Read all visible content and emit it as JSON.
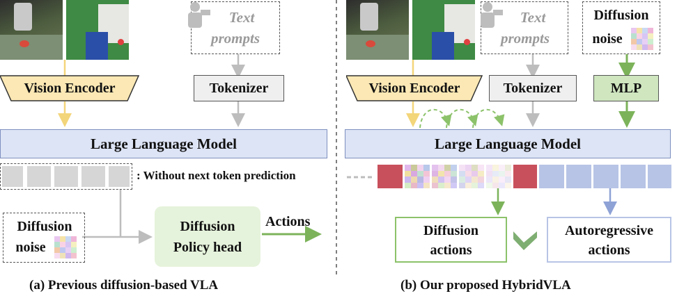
{
  "left": {
    "vision_encoder": "Vision Encoder",
    "text_prompts_line1": "Text",
    "text_prompts_line2": "prompts",
    "tokenizer": "Tokenizer",
    "llm": "Large Language Model",
    "without_next_token": ": Without next token prediction",
    "diffusion_noise_line1": "Diffusion",
    "diffusion_noise_line2": "noise",
    "policy_head_line1": "Diffusion",
    "policy_head_line2": "Policy head",
    "actions": "Actions",
    "caption": "(a) Previous diffusion-based VLA"
  },
  "right": {
    "vision_encoder": "Vision Encoder",
    "text_prompts_line1": "Text",
    "text_prompts_line2": "prompts",
    "tokenizer": "Tokenizer",
    "diffusion_noise_line1": "Diffusion",
    "diffusion_noise_line2": "noise",
    "mlp": "MLP",
    "llm": "Large Language Model",
    "diffusion_actions_line1": "Diffusion",
    "diffusion_actions_line2": "actions",
    "autoregressive_actions_line1": "Autoregressive",
    "autoregressive_actions_line2": "actions",
    "caption": "(b) Our proposed HybridVLA"
  },
  "colors": {
    "llm_fill": "#dde4f5",
    "llm_border": "#7e8fbf",
    "encoder_fill": "#fbe8b4",
    "mlp_fill": "#cfe6bf",
    "policy_head_fill": "#e6f3dc",
    "token_gray": "#d6d6d6",
    "token_red": "#c8505c",
    "token_blue": "#b7c4e6",
    "arrow_yellow": "#f3d57a",
    "arrow_green": "#7cb35a",
    "arrow_gray": "#bdbdbd",
    "arrow_blue": "#8ea2d6"
  }
}
